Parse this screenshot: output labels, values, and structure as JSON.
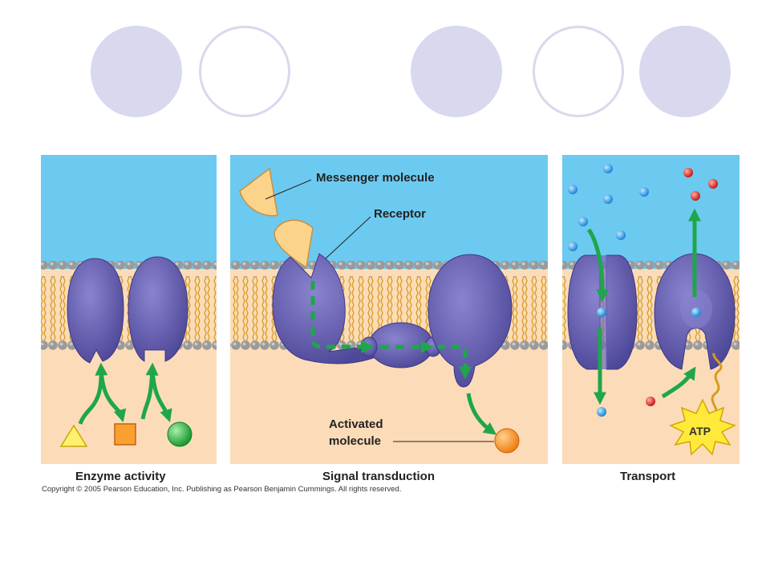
{
  "decor": {
    "circles": [
      "filled",
      "ring",
      "filled",
      "ring",
      "filled"
    ],
    "fill_color": "#d8d8ee"
  },
  "colors": {
    "extracellular": "#6ccaf0",
    "cytoplasm": "#fcdcb8",
    "protein": "#6c64b8",
    "arrow": "#1fa64a"
  },
  "labels": {
    "messenger_molecule": "Messenger  molecule",
    "receptor": "Receptor",
    "activated_molecule_line1": "Activated",
    "activated_molecule_line2": "molecule",
    "atp": "ATP"
  },
  "captions": {
    "enzyme": "Enzyme activity",
    "signal": "Signal  transduction",
    "transport": "Transport"
  },
  "copyright": "Copyright ©  2005 Pearson Education, Inc. Publishing as Pearson Benjamin Cummings. All rights reserved."
}
